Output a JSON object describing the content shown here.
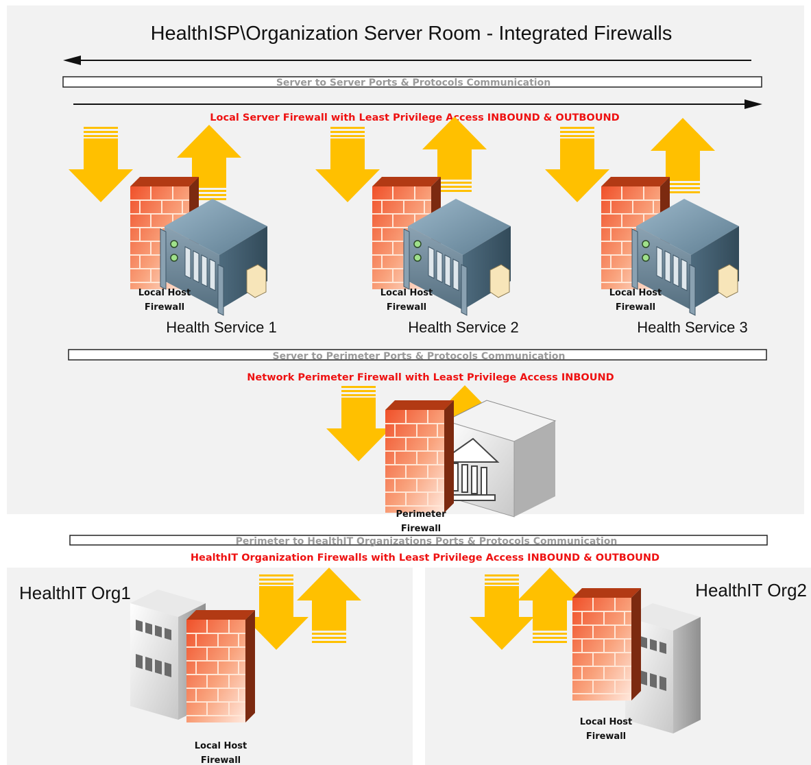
{
  "diagram": {
    "title": "HealthISP\\Organization Server Room - Integrated Firewalls",
    "bands": {
      "server_to_server": "Server to Server Ports & Protocols Communication",
      "server_to_perimeter": "Server to Perimeter Ports & Protocols Communication",
      "perimeter_to_orgs": "Perimeter to HealthIT Organizations Ports & Protocols Communication"
    },
    "policies": {
      "local_server": "Local Server Firewall with Least Privilege Access INBOUND & OUTBOUND",
      "network_perimeter": "Network Perimeter Firewall with Least Privilege Access INBOUND",
      "healthit_org": "HealthIT Organization  Firewalls with Least Privilege Access INBOUND & OUTBOUND"
    },
    "services": [
      {
        "name": "Health Service 1",
        "fw_line1": "Local Host",
        "fw_line2": "Firewall"
      },
      {
        "name": "Health Service 2",
        "fw_line1": "Local Host",
        "fw_line2": "Firewall"
      },
      {
        "name": "Health Service 3",
        "fw_line1": "Local Host",
        "fw_line2": "Firewall"
      }
    ],
    "perimeter": {
      "line1": "Perimeter",
      "line2": "Firewall"
    },
    "orgs": [
      {
        "name": "HealthIT Org1",
        "fw_line1": "Local Host",
        "fw_line2": "Firewall"
      },
      {
        "name": "HealthIT Org2",
        "fw_line1": "Local Host",
        "fw_line2": "Firewall"
      }
    ],
    "colors": {
      "panel": "#f2f2f2",
      "arrow": "#ffc000",
      "policy_text": "#ee1111",
      "band_text": "#9a9a9a",
      "brick": "#f47a44"
    },
    "icons": [
      "down-arrow-icon",
      "up-arrow-icon",
      "firewall-icon",
      "server-icon",
      "building-icon",
      "bank-icon"
    ]
  }
}
